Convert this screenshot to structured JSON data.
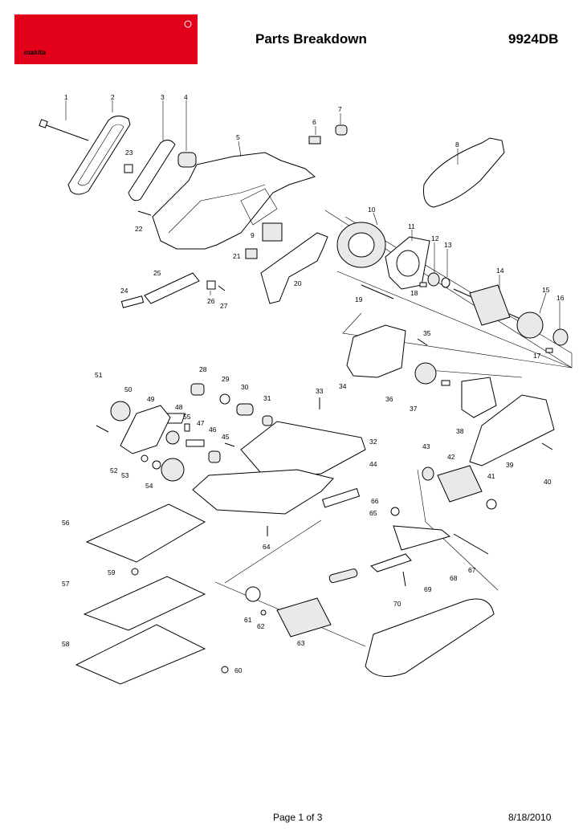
{
  "header": {
    "brand": "makita",
    "title": "Parts Breakdown",
    "model": "9924DB"
  },
  "footer": {
    "page": "Page 1 of 3",
    "date": "8/18/2010"
  },
  "callouts": [
    "1",
    "2",
    "3",
    "4",
    "5",
    "6",
    "7",
    "8",
    "9",
    "10",
    "11",
    "12",
    "13",
    "14",
    "15",
    "16",
    "17",
    "18",
    "19",
    "20",
    "21",
    "22",
    "23",
    "24",
    "25",
    "26",
    "27",
    "28",
    "29",
    "30",
    "31",
    "32",
    "33",
    "34",
    "35",
    "36",
    "37",
    "38",
    "39",
    "40",
    "41",
    "42",
    "43",
    "44",
    "45",
    "46",
    "47",
    "48",
    "49",
    "50",
    "51",
    "52",
    "53",
    "54",
    "55",
    "56",
    "57",
    "58",
    "59",
    "60",
    "61",
    "62",
    "63",
    "64",
    "65",
    "66",
    "67",
    "68",
    "69",
    "70"
  ],
  "colors": {
    "brand_red": "#e3001b"
  }
}
